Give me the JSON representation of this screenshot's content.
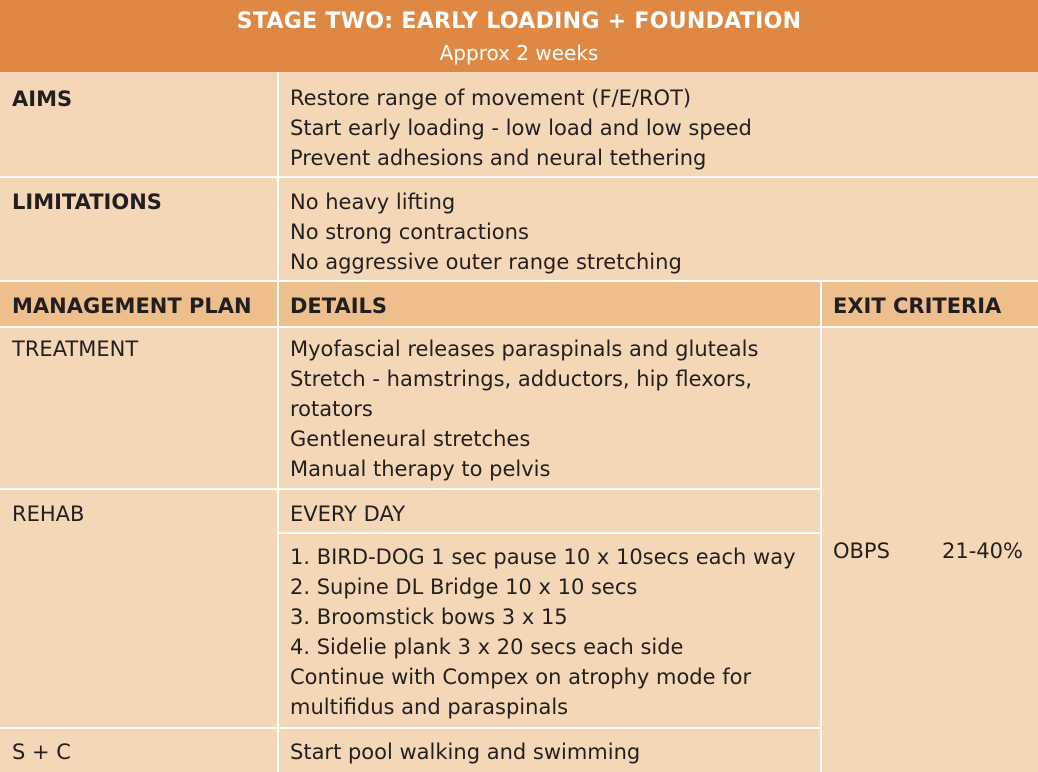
{
  "colors": {
    "title_band": "#de8844",
    "header_band": "#edbf8d",
    "cell_fill": "#f3d7b7",
    "rule": "#ffffff"
  },
  "title": "STAGE TWO: EARLY LOADING + FOUNDATION",
  "subtitle": "Approx 2 weeks",
  "aims": {
    "label": "AIMS",
    "lines": [
      "Restore range of movement (F/E/ROT)",
      "Start early loading - low load and low speed",
      "Prevent adhesions and neural tethering"
    ]
  },
  "limitations": {
    "label": "LIMITATIONS",
    "lines": [
      "No heavy lifting",
      "No strong contractions",
      "No aggressive outer range stretching"
    ]
  },
  "headers": {
    "plan": "MANAGEMENT PLAN",
    "details": "DETAILS",
    "exit": "EXIT CRITERIA"
  },
  "treatment": {
    "label": "TREATMENT",
    "lines": [
      "Myofascial releases paraspinals and gluteals",
      "Stretch - hamstrings, adductors, hip flexors,",
      "rotators",
      "Gentleneural stretches",
      "Manual therapy to pelvis"
    ]
  },
  "rehab": {
    "label": "REHAB",
    "frequency": "EVERY DAY",
    "lines": [
      "1. BIRD-DOG 1 sec pause 10 x 10secs each way",
      "2. Supine DL Bridge 10 x 10 secs",
      "3. Broomstick bows 3 x 15",
      "4. Sidelie plank 3 x 20 secs each side",
      "Continue with Compex on atrophy mode for",
      "multifidus and paraspinals"
    ]
  },
  "sc": {
    "label": "S + C",
    "line": "Start pool walking and swimming"
  },
  "exit": {
    "measure": "OBPS",
    "value": "21-40%"
  }
}
